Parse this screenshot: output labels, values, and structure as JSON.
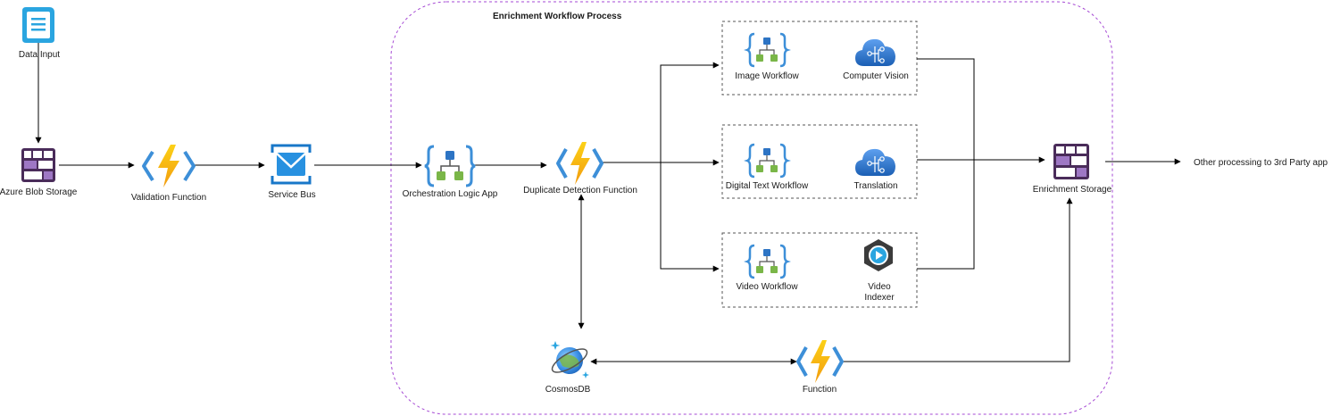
{
  "diagram": {
    "group_title": "Enrichment Workflow Process",
    "nodes": {
      "data_input": "Data Input",
      "blob_storage": "Azure Blob Storage",
      "validation_function": "Validation Function",
      "service_bus": "Service Bus",
      "orchestration": "Orchestration Logic App",
      "duplicate_detection": "Duplicate Detection Function",
      "image_workflow": "Image Workflow",
      "computer_vision": "Computer Vision",
      "digital_text_workflow": "Digital Text Workflow",
      "translation": "Translation",
      "video_workflow": "Video Workflow",
      "video_indexer_line1": "Video",
      "video_indexer_line2": "Indexer",
      "enrichment_storage": "Enrichment Storage",
      "third_party": "Other processing to 3rd Party app",
      "cosmosdb": "CosmosDB",
      "function": "Function"
    }
  }
}
